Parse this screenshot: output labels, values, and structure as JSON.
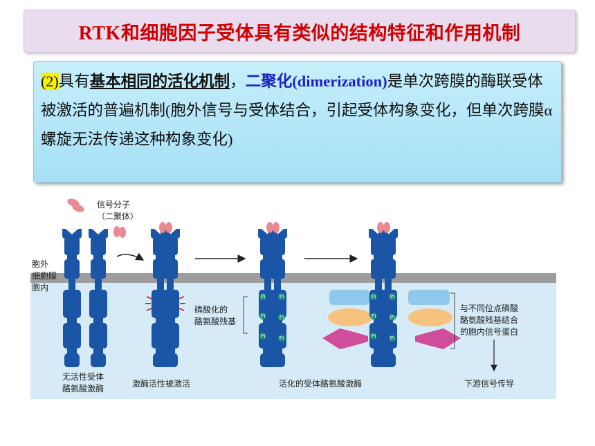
{
  "slide": {
    "title_latin": "RTK",
    "title_rest": "和细胞因子受体具有类似的结构特征和作用机制",
    "para": {
      "num": "(2)",
      "t1": "具有",
      "t2": "基本相同的活化机制",
      "t3": "，",
      "t4": "二聚化",
      "t5": "(dimerization)",
      "t6": "是单次跨膜的酶联受体被激活的普遍机制",
      "t7": "(",
      "t8": "胞外信号与受体结合，引起受体构象变化，但单次跨膜",
      "t9": "α",
      "t10": "螺旋无法传递这种构象变化",
      "t11": ")"
    }
  },
  "diagram": {
    "signal_label_1": "信号分子",
    "signal_label_2": "（二聚体）",
    "side_out": "胞外",
    "side_membrane": "细胞膜",
    "side_in": "胞内",
    "pi_label": "Pi",
    "phospho_label_1": "磷酸化的",
    "phospho_label_2": "酪氨酸残基",
    "bind_label_1": "与不同位点磷酸",
    "bind_label_2": "酪氨酸残基结合",
    "bind_label_3": "的胞内信号蛋白",
    "caption_inactive_1": "无活性受体",
    "caption_inactive_2": "酪氨酸激酶",
    "caption_kinase": "激酶活性被激活",
    "caption_active": "活化的受体酪氨酸激酶",
    "caption_downstream": "下游信号传导",
    "colors": {
      "receptor": "#1a55a6",
      "signal": "#e88a94",
      "membrane": "#9d9d9d",
      "cyto": "#d6ebf7",
      "pi": "#178a78",
      "protein_blue": "#8ec8ea",
      "protein_orange": "#f6c27e",
      "protein_pink": "#d04d9a"
    }
  }
}
